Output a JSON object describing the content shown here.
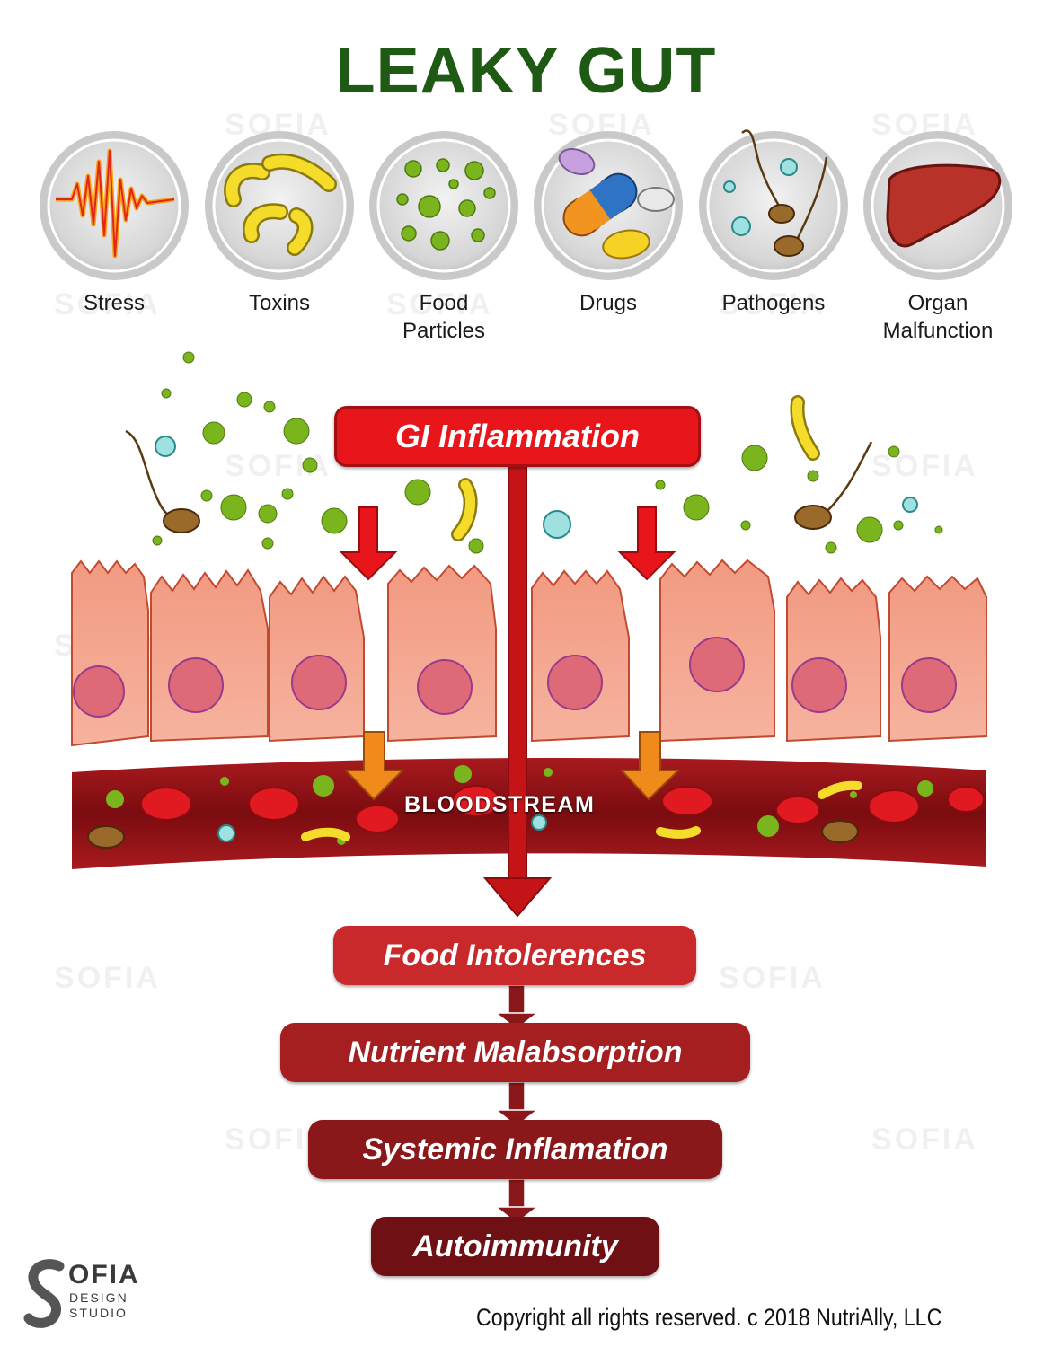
{
  "title": "LEAKY GUT",
  "causes": [
    {
      "label": "Stress",
      "icon": "stress-wave-icon"
    },
    {
      "label": "Toxins",
      "icon": "toxin-bacteria-icon"
    },
    {
      "label": "Food\nParticles",
      "icon": "food-particles-icon"
    },
    {
      "label": "Drugs",
      "icon": "pills-icon"
    },
    {
      "label": "Pathogens",
      "icon": "pathogens-icon"
    },
    {
      "label": "Organ\nMalfunction",
      "icon": "liver-icon"
    }
  ],
  "flow": {
    "gi": "GI Inflammation",
    "bloodstream": "BLOODSTREAM",
    "steps": [
      "Food Intolerences",
      "Nutrient Malabsorption",
      "Systemic Inflamation",
      "Autoimmunity"
    ]
  },
  "watermark": {
    "brand": "OFIA",
    "line1": "DESIGN",
    "line2": "STUDIO"
  },
  "copyright": "Copyright all rights reserved. c 2018 NutriAlly, LLC",
  "colors": {
    "title": "#1e5a14",
    "gi_box": "#e8161b",
    "blood": "#8c0f14",
    "cell": "#f4a58c",
    "nucleus": "#de6a78",
    "particle": "#7ab51d"
  }
}
